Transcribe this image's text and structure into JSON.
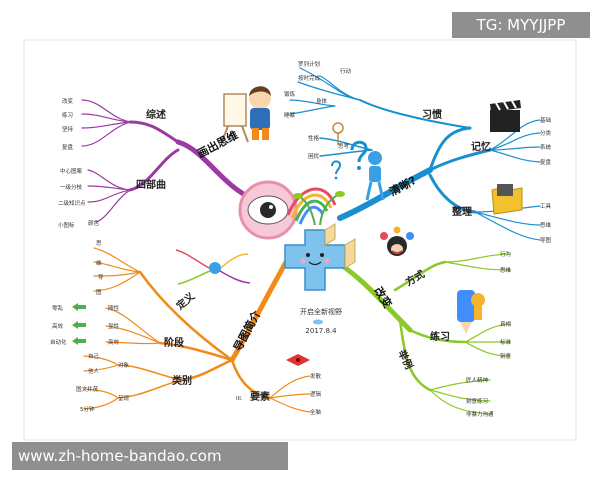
{
  "watermark_top": "TG: MYYJJPP",
  "watermark_bottom": "www.zh-home-bandao.com",
  "center": {
    "title": "开启全新视野",
    "date": "2017.8.4"
  },
  "branches": {
    "draw": {
      "label": "画出思维",
      "summary": {
        "label": "综述",
        "leaves": [
          "改变",
          "练习",
          "坚持",
          "复盘"
        ]
      },
      "four": {
        "label": "四部曲",
        "leaves": [
          "中心图案",
          "一级分枝",
          "二级知识点",
          "颜色"
        ],
        "extra": "小图标"
      }
    },
    "clear": {
      "label": "清晰?",
      "habit": {
        "label": "习惯",
        "sub1": "行动",
        "sub1_leaves": [
          "罗列计划",
          "按时完成"
        ],
        "sub2": "身体",
        "sub2_leaves": [
          "锻炼",
          "睡眠"
        ]
      },
      "think": {
        "label": "思考",
        "leaves": [
          "性格",
          "困扰"
        ]
      },
      "memory": {
        "label": "记忆",
        "leaves": [
          "基础",
          "分类",
          "系统",
          "复盘"
        ]
      },
      "tidy": {
        "label": "整理",
        "leaves": [
          "工具",
          "思维",
          "导图"
        ]
      }
    },
    "change": {
      "label": "改变",
      "method": {
        "label": "方式",
        "leaves": [
          "行为",
          "思维"
        ]
      },
      "practice": {
        "label": "练习",
        "leaves": [
          "真相",
          "标准",
          "刻意"
        ]
      },
      "example": {
        "label": "举例",
        "leaves": [
          "匠人精神",
          "刻意练习",
          "非暴力沟通"
        ]
      }
    },
    "intro": {
      "label": "导图简介",
      "define": {
        "label": "定义",
        "leaves": [
          "思",
          "维",
          "导",
          "图"
        ]
      },
      "stage": {
        "label": "阶段",
        "leaves": [
          "随性",
          "显性",
          "高效"
        ],
        "results": [
          "零乱",
          "高效",
          "自动化"
        ]
      },
      "kind": {
        "label": "类别",
        "sub1": "对象",
        "sub1_leaves": [
          "自己",
          "他人"
        ],
        "sub2": "呈现",
        "sub2_leaves": [
          "图文并茂",
          "5分钟"
        ]
      },
      "elements": {
        "label": "要素",
        "leaves": [
          "发散",
          "逻辑",
          "全脑"
        ],
        "num": "III."
      }
    }
  }
}
